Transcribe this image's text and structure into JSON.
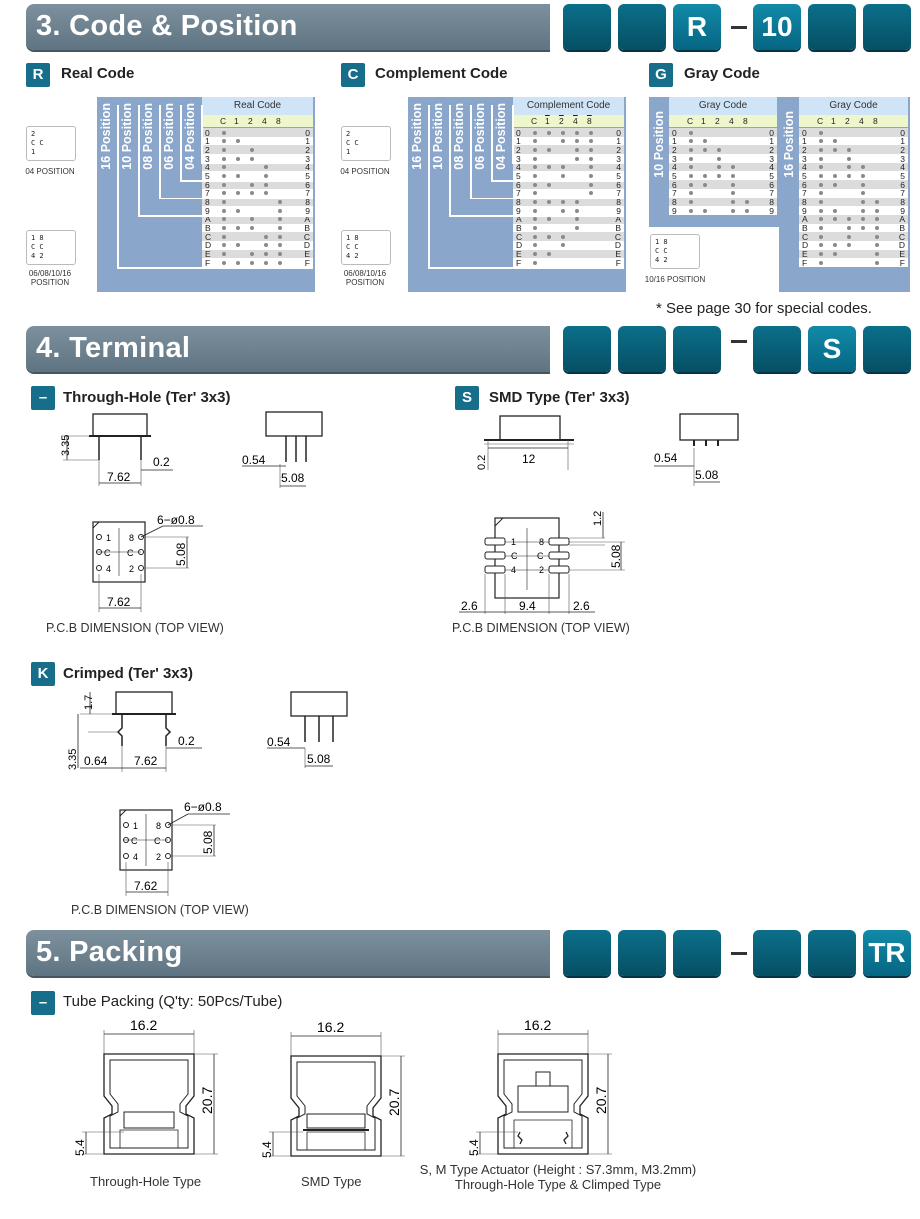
{
  "sections": {
    "code": {
      "title": "3. Code & Position",
      "slots": [
        "",
        "",
        "R",
        "10",
        "",
        ""
      ],
      "real": {
        "badge": "R",
        "title": "Real Code",
        "table_header": "Real Code"
      },
      "complement": {
        "badge": "C",
        "title": "Complement Code",
        "table_header": "Complement Code"
      },
      "gray": {
        "badge": "G",
        "title": "Gray Code",
        "table_header": "Gray Code"
      },
      "positions": [
        "16 Position",
        "10 Position",
        "08 Position",
        "06 Position",
        "04 Position"
      ],
      "pos4": {
        "lines": [
          "    2",
          "C   C",
          "  1  "
        ],
        "caption": "04 POSITION"
      },
      "pos_multi": {
        "lines": [
          "1   8",
          "C   C",
          "4   2"
        ],
        "caption_1": "06/08/10/16",
        "caption_2": "POSITION"
      },
      "pos_gray": {
        "lines": [
          "1   8",
          "C   C",
          "4   2"
        ],
        "caption": "10/16 POSITION"
      },
      "columns": [
        "C",
        "1",
        "2",
        "4",
        "8"
      ],
      "complement_columns": [
        "C",
        "1",
        "2",
        "4",
        "8"
      ],
      "rows": [
        "0",
        "1",
        "2",
        "3",
        "4",
        "5",
        "6",
        "7",
        "8",
        "9",
        "A",
        "B",
        "C",
        "D",
        "E",
        "F"
      ],
      "gray_position_label": "16 Position",
      "gray_position_label_small": "10 Position",
      "footnote": "* See page 30 for special codes."
    },
    "terminal": {
      "title": "4. Terminal",
      "slots": [
        "",
        "",
        "",
        "",
        "S",
        ""
      ],
      "through_hole": {
        "badge": "–",
        "title": "Through-Hole (Ter' 3x3)"
      },
      "smd": {
        "badge": "S",
        "title": "SMD Type (Ter' 3x3)"
      },
      "crimped": {
        "badge": "K",
        "title": "Crimped (Ter' 3x3)"
      },
      "pcb_caption": "P.C.B DIMENSION (TOP VIEW)",
      "dims": {
        "h335": "3.35",
        "d02": "0.2",
        "w762": "7.62",
        "p054": "0.54",
        "p508": "5.08",
        "hole": "6−ø0.8",
        "smd_w": "12",
        "smd_pad": "1.2",
        "smd_26": "2.6",
        "smd_94": "9.4",
        "k17": "1.7",
        "k064": "0.64"
      },
      "pins": {
        "p1": "1",
        "p8": "8",
        "pc": "C",
        "p4": "4",
        "p2": "2"
      }
    },
    "packing": {
      "title": "5. Packing",
      "slots": [
        "",
        "",
        "",
        "",
        "",
        "TR"
      ],
      "tube": {
        "badge": "–",
        "title": "Tube Packing (Q'ty: 50Pcs/Tube)"
      },
      "dims": {
        "w": "16.2",
        "h": "20.7",
        "b": "5.4"
      },
      "captions": {
        "through": "Through-Hole Type",
        "smd": "SMD Type",
        "actuator_1": "S, M Type Actuator (Height : S7.3mm, M3.2mm)",
        "actuator_2": "Through-Hole Type & Climped Type"
      }
    }
  },
  "colors": {
    "banner": "#6b7f8c",
    "slot": "#0a5f77",
    "badge": "#166e8a",
    "table": "#8aa6cb",
    "table_header": "#cfe4f6"
  }
}
